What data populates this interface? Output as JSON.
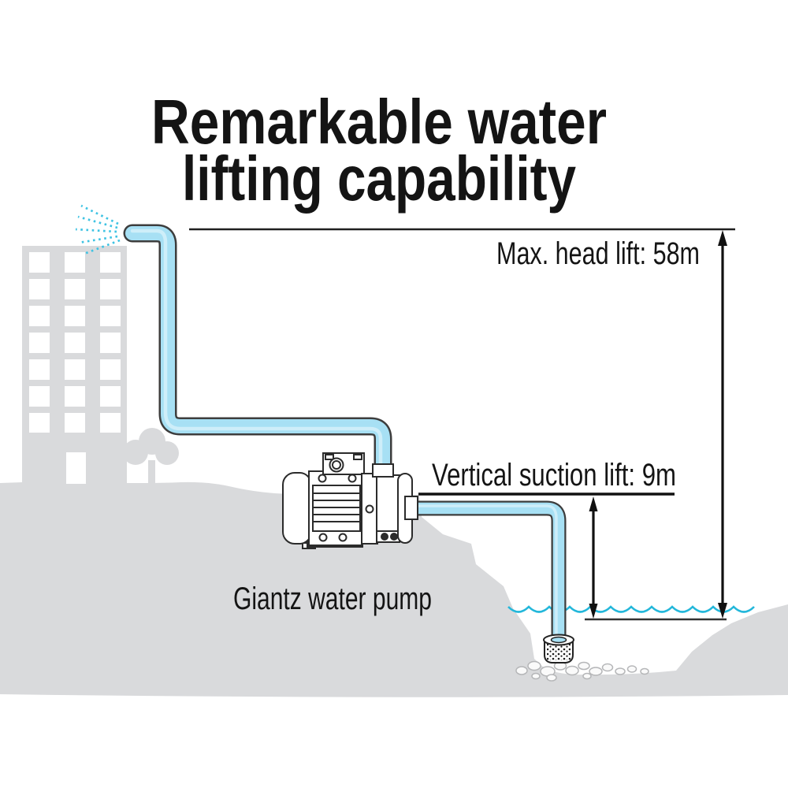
{
  "title": {
    "line1": "Remarkable water",
    "line2": "lifting capability"
  },
  "annotations": {
    "max_head_lift": "Max. head lift: 58m",
    "suction_lift": "Vertical suction lift: 9m",
    "pump_caption": "Giantz water pump"
  },
  "measurements": {
    "max_head_lift_value": "58m",
    "vertical_suction_lift_value": "9m"
  },
  "colors": {
    "pipe_water": "#a7e0f4",
    "pipe_outline": "#3d3d3d",
    "wave_cyan": "#23b7da",
    "spray_cyan": "#3fc3e3",
    "silhouette_gray": "#d9dadc",
    "measure_line": "#1a1a1a",
    "text": "#141414"
  }
}
